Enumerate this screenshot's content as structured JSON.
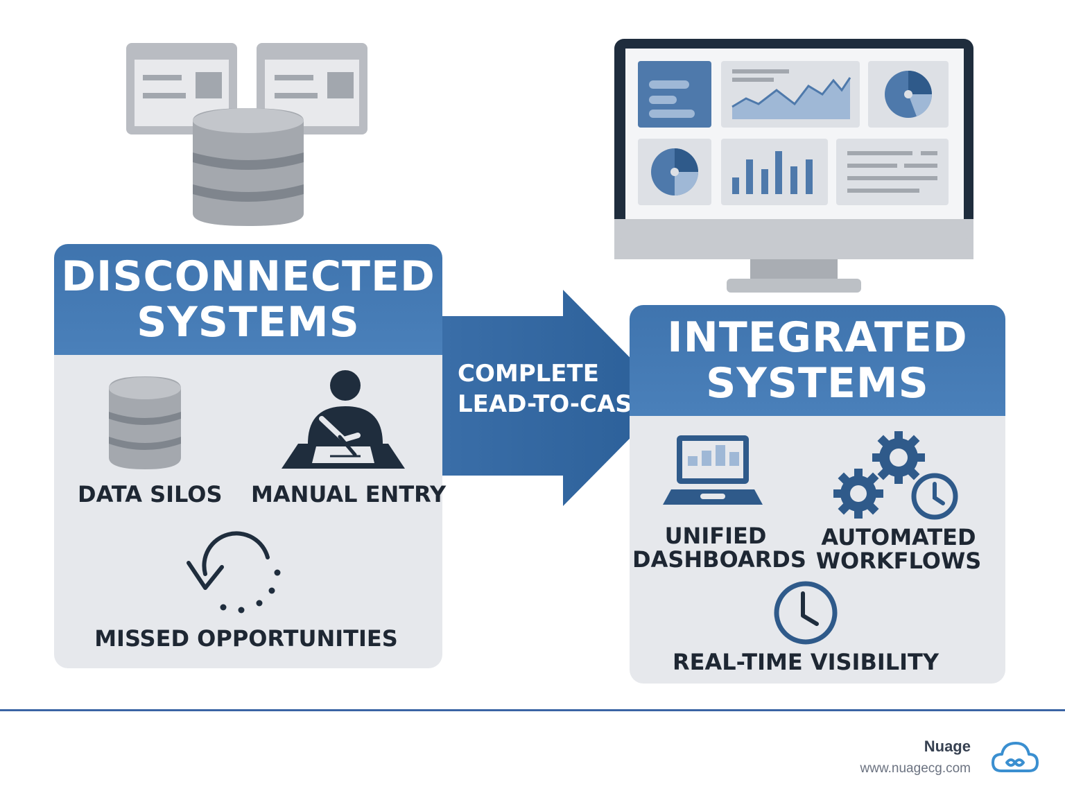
{
  "colors": {
    "accent_blue": "#3f74ae",
    "dark_blue": "#1f5a96",
    "panel_gray": "#e6e8ec",
    "icon_gray": "#a2a7ae",
    "text_dark": "#1e2733",
    "footer_rule": "#3a64a4"
  },
  "left_panel": {
    "title_line1": "DISCONNECTED",
    "title_line2": "SYSTEMS",
    "items": [
      {
        "label": "DATA SILOS",
        "icon": "database-icon"
      },
      {
        "label": "MANUAL ENTRY",
        "icon": "person-writing-icon"
      },
      {
        "label": "MISSED OPPORTUNITIES",
        "icon": "circular-arrow-icon"
      }
    ]
  },
  "arrow": {
    "line1": "COMPLETE",
    "line2": "LEAD-TO-CASH"
  },
  "right_panel": {
    "title_line1": "INTEGRATED",
    "title_line2": "SYSTEMS",
    "items": [
      {
        "label_line1": "UNIFIED",
        "label_line2": "DASHBOARDS",
        "icon": "laptop-chart-icon"
      },
      {
        "label_line1": "AUTOMATED",
        "label_line2": "WORKFLOWS",
        "icon": "gears-clock-icon"
      },
      {
        "label_line1": "REAL-TIME VISIBILITY",
        "icon": "clock-icon"
      }
    ]
  },
  "top_left_illustration": {
    "icon": "database-with-windows-icon"
  },
  "top_right_illustration": {
    "icon": "monitor-dashboard-icon"
  },
  "footer": {
    "brand": "Nuage",
    "url": "www.nuagecg.com",
    "logo_icon": "cloud-infinity-icon"
  }
}
